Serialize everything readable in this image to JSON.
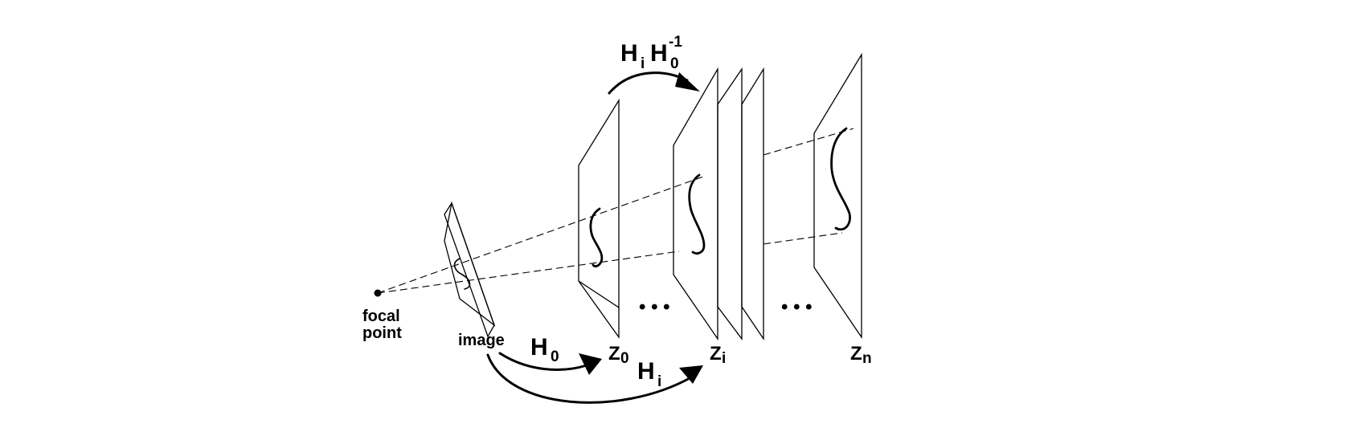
{
  "labels": {
    "focal_point_line1": "focal",
    "focal_point_line2": "point",
    "image": "image",
    "plane_z0_base": "Z",
    "plane_z0_sub": "0",
    "plane_zi_base": "Z",
    "plane_zi_sub": "i",
    "plane_zn_base": "Z",
    "plane_zn_sub": "n",
    "h0_base": "H",
    "h0_sub": "0",
    "hi_base": "H",
    "hi_sub": "i",
    "top_h1_base": "H",
    "top_h1_sub": "i",
    "top_h2_base": "H",
    "top_h2_sub": "0",
    "top_h2_sup": "-1",
    "ellipsis_left": "• • •",
    "ellipsis_right": "• • •"
  }
}
